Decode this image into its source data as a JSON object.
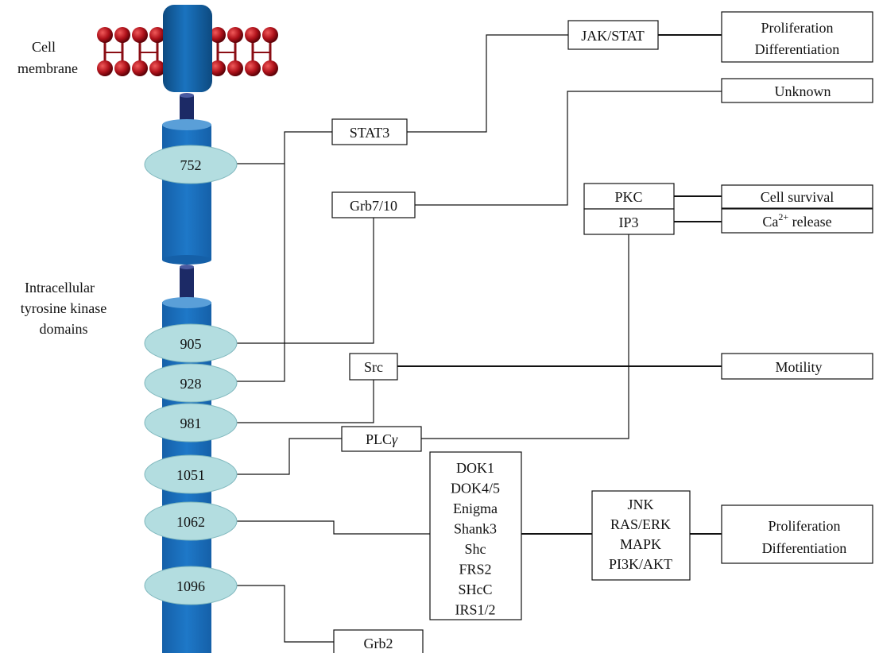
{
  "labels": {
    "cell_membrane_1": "Cell",
    "cell_membrane_2": "membrane",
    "intracellular_1": "Intracellular",
    "intracellular_2": "tyrosine kinase",
    "intracellular_3": "domains"
  },
  "sites": [
    "752",
    "905",
    "928",
    "981",
    "1051",
    "1062",
    "1096"
  ],
  "adaptors": {
    "stat3": "STAT3",
    "grb7_10": "Grb7/10",
    "src": "Src",
    "plc_base": "PLC",
    "plc_greek": "γ",
    "grb2": "Grb2",
    "dok_list": [
      "DOK1",
      "DOK4/5",
      "Enigma",
      "Shank3",
      "Shc",
      "FRS2",
      "SHcC",
      "IRS1/2"
    ]
  },
  "pathways": {
    "jak_stat": "JAK/STAT",
    "pkc": "PKC",
    "ip3": "IP3",
    "mapk_list": [
      "JNK",
      "RAS/ERK",
      "MAPK",
      "PI3K/AKT"
    ]
  },
  "outcomes": {
    "prolif_top_1": "Proliferation",
    "prolif_top_2": "Differentiation",
    "unknown": "Unknown",
    "cell_survival": "Cell survival",
    "ca_base": "Ca",
    "ca_sup": "2+",
    "ca_rest": " release",
    "motility": "Motility",
    "prolif_bottom_1": "Proliferation",
    "prolif_bottom_2": "Differentiation"
  },
  "colors": {
    "receptor": "#1a6dbd",
    "receptor_top": "#5a9fd8",
    "linker": "#1c2a66",
    "site_fill": "#b3dde0",
    "lipid": "#b0121b"
  }
}
